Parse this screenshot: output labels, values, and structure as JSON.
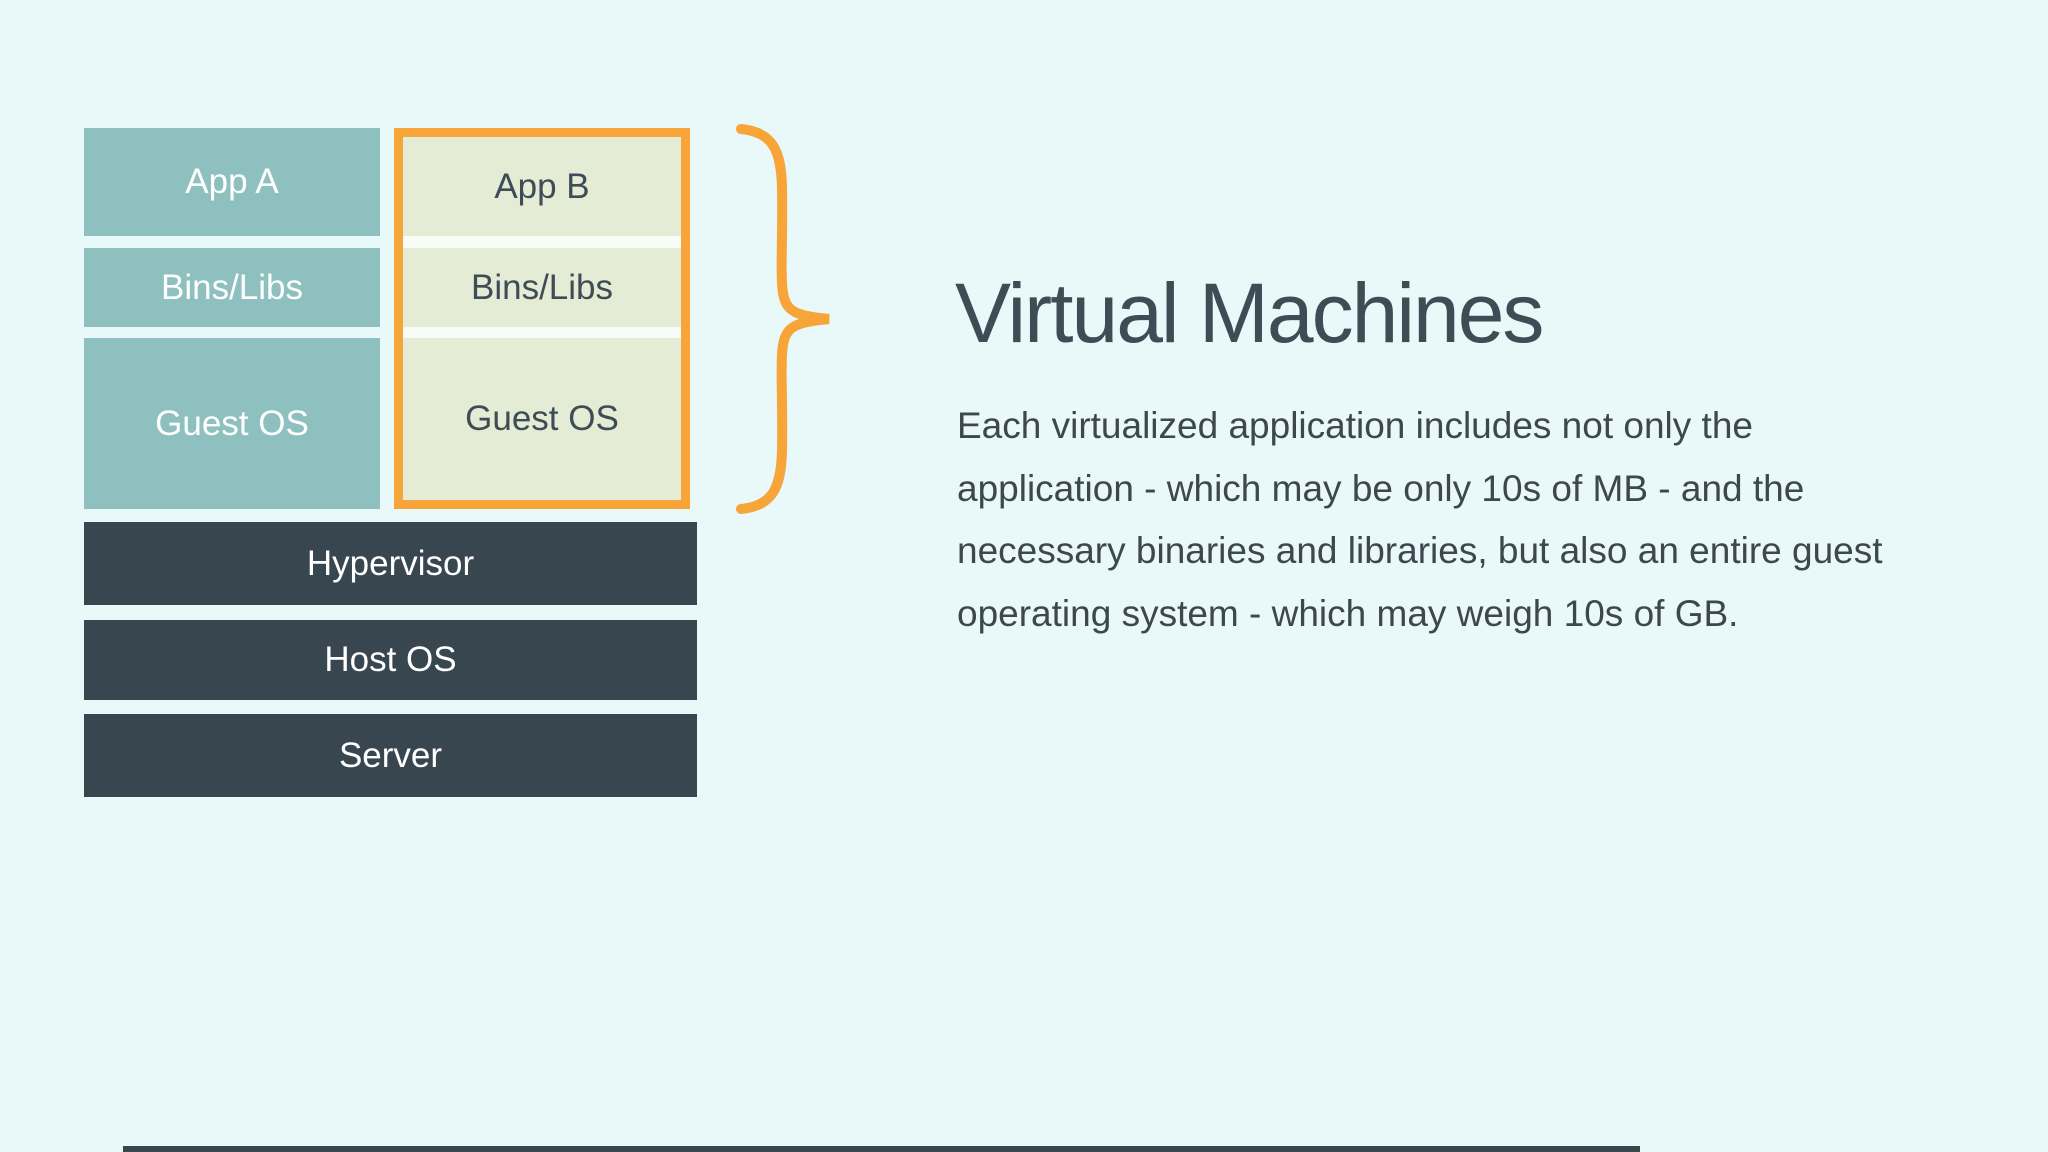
{
  "page": {
    "background_color": "#e9f8f9"
  },
  "diagram": {
    "vm_stack": {
      "left_column": {
        "color": "#8dc0bf",
        "text_color": "#ffffff",
        "boxes": [
          {
            "label": "App A"
          },
          {
            "label": "Bins/Libs"
          },
          {
            "label": "Guest OS"
          }
        ]
      },
      "right_column": {
        "color": "#e4ecd5",
        "border_color": "#f7a438",
        "text_color": "#3e4c55",
        "boxes": [
          {
            "label": "App B"
          },
          {
            "label": "Bins/Libs"
          },
          {
            "label": "Guest OS"
          }
        ]
      },
      "base_layers": {
        "color": "#37464f",
        "text_color": "#ffffff",
        "boxes": [
          {
            "label": "Hypervisor"
          },
          {
            "label": "Host OS"
          },
          {
            "label": "Server"
          }
        ]
      }
    },
    "brace": {
      "color": "#f7a438"
    }
  },
  "main": {
    "title": "Virtual Machines",
    "paragraph_lines": [
      "Each virtualized application includes not only the",
      "application - which may be only 10s of MB - and the",
      "necessary binaries and libraries, but also an entire guest",
      "operating system - which may weigh 10s of GB."
    ]
  }
}
